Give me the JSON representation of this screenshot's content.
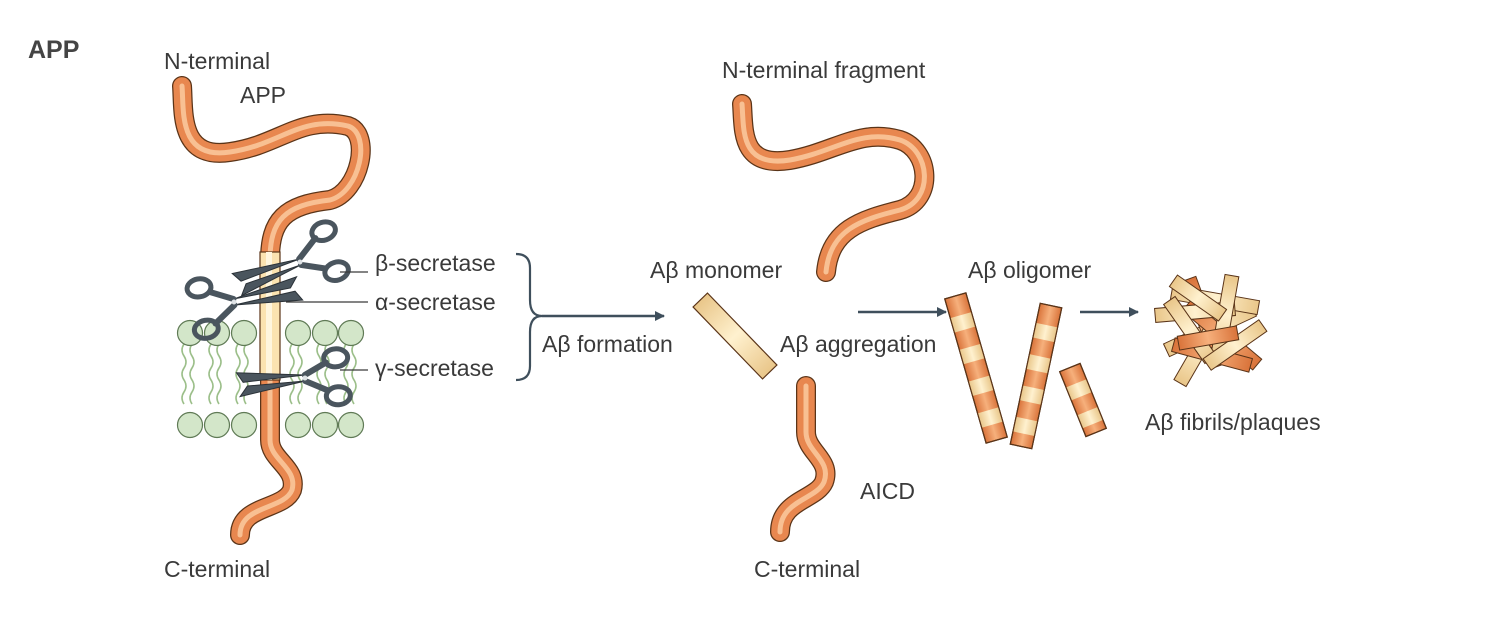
{
  "title": "APP",
  "labels": {
    "n_terminal_left": "N-terminal",
    "app": "APP",
    "c_terminal_left": "C-terminal",
    "beta_secretase": "β-secretase",
    "alpha_secretase": "α-secretase",
    "gamma_secretase": "γ-secretase",
    "abeta_formation": "Aβ formation",
    "n_terminal_fragment": "N-terminal fragment",
    "abeta_monomer": "Aβ monomer",
    "abeta_aggregation": "Aβ aggregation",
    "aicd": "AICD",
    "c_terminal_right": "C-terminal",
    "abeta_oligomer": "Aβ oligomer",
    "abeta_fibrils": "Aβ fibrils/plaques"
  },
  "colors": {
    "protein_orange": "#e8874f",
    "protein_light": "#f9c79a",
    "abeta_segment": "#fbe3b0",
    "membrane_lipid": "#d3e6c9",
    "lipid_tail": "#9cbf8a",
    "scissors": "#4a555e",
    "arrow": "#3f4f5c",
    "text": "#3a3a3a"
  }
}
